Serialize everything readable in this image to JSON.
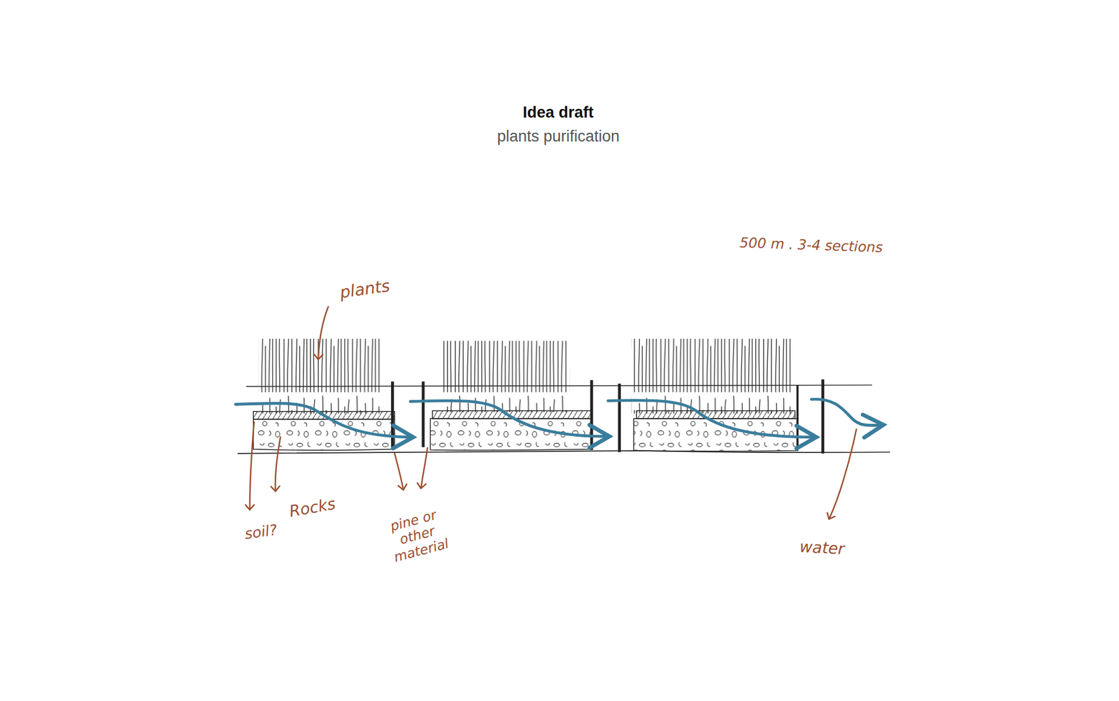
{
  "diagram": {
    "title": "Idea draft",
    "labels": [
      "plants purification",
      "500 m . 3-4 sections",
      "plants",
      "soil?",
      "Rocks",
      "pine or other material",
      "water"
    ]
  }
}
